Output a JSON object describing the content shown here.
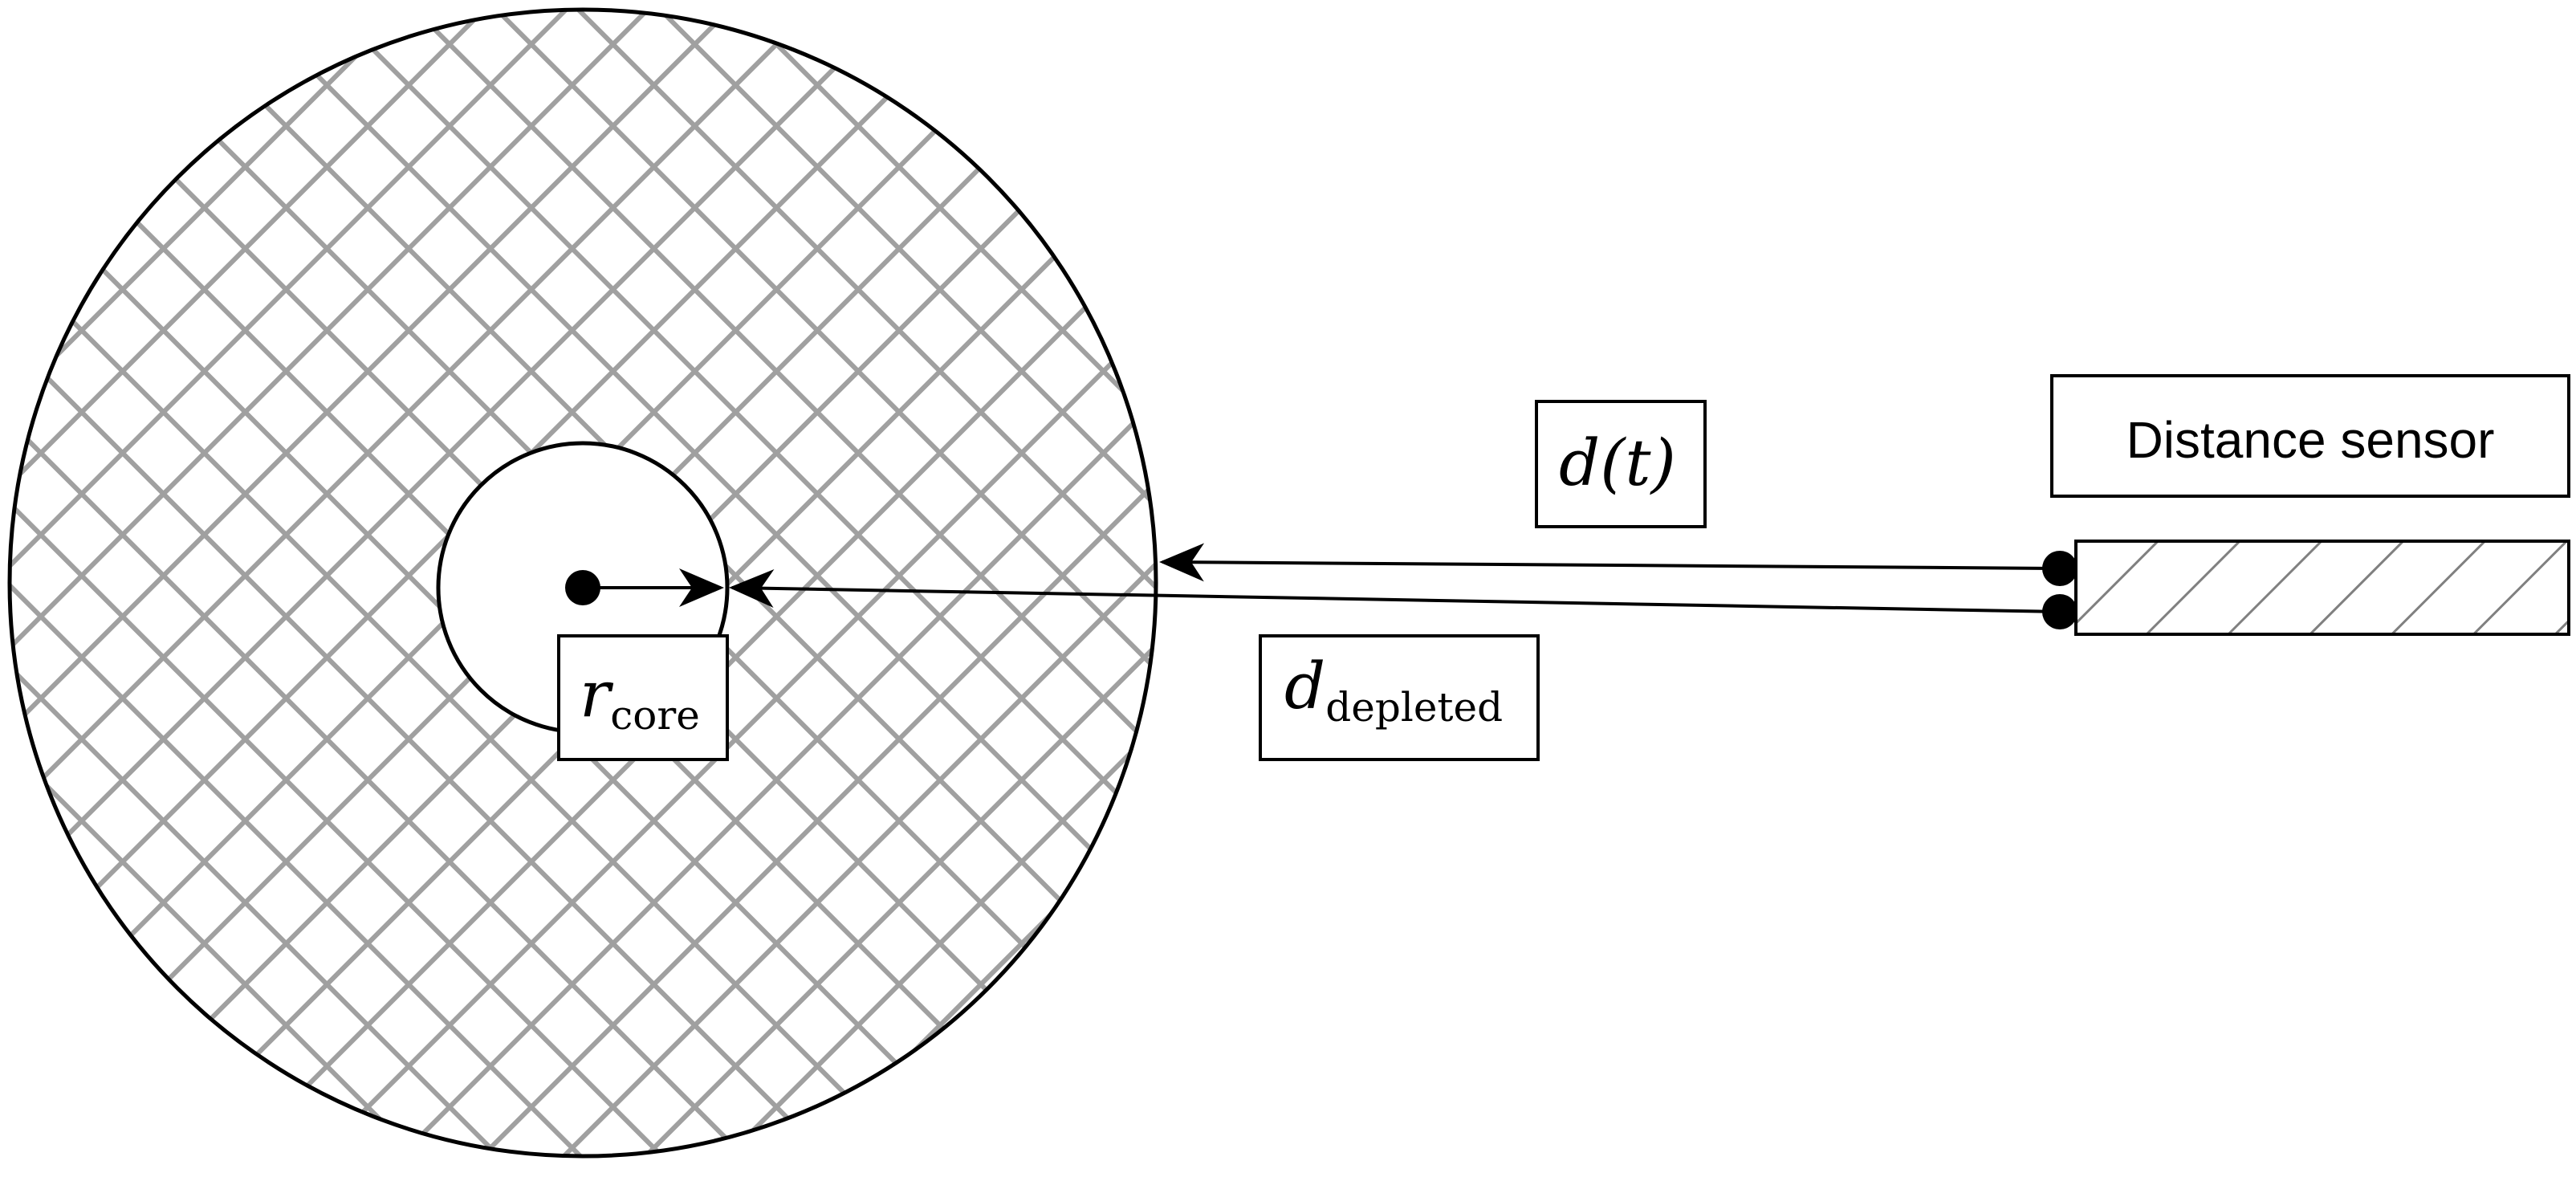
{
  "labels": {
    "r_core_main": "r",
    "r_core_sub": "core",
    "d_t": "d(t)",
    "d_depleted_main": "d",
    "d_depleted_sub": "depleted",
    "sensor": "Distance sensor"
  },
  "colors": {
    "stroke": "#000000",
    "background": "#ffffff",
    "crosshatch": "#a0a0a0",
    "sensor_hatch": "#808080"
  },
  "icons": {
    "center_point": "filled-dot",
    "sensor_emitter": "filled-dot"
  }
}
